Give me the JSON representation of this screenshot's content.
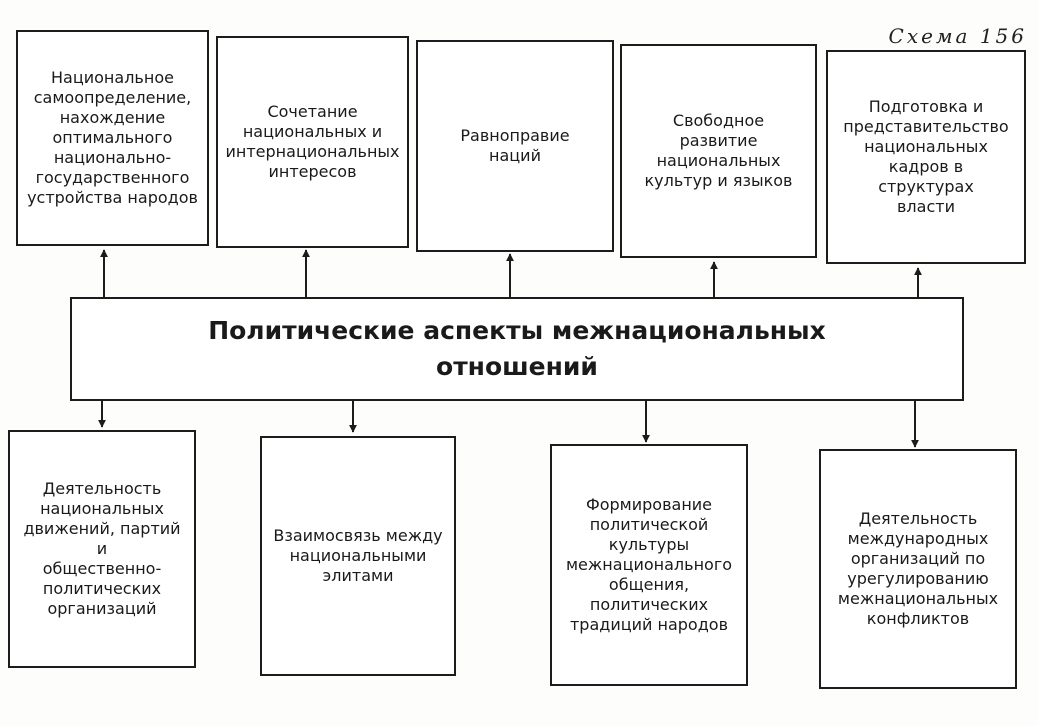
{
  "caption": "Схема 156",
  "center": "Политические аспекты межнациональных\nотношений",
  "top_boxes": [
    "Национальное\nсамоопределение,\nнахождение\nоптимального\nнационально-\nгосударственного\nустройства народов",
    "Сочетание\nнациональных и\nинтернациональных\nинтересов",
    "Равноправие\nнаций",
    "Свободное\nразвитие\nнациональных\nкультур и языков",
    "Подготовка и\nпредставительство\nнациональных\nкадров в\nструктурах\nвласти"
  ],
  "bottom_boxes": [
    "Деятельность\nнациональных\nдвижений, партий и\nобщественно-\nполитических\nорганизаций",
    "Взаимосвязь между\nнациональными\nэлитами",
    "Формирование\nполитической\nкультуры\nмежнационального\nобщения,\nполитических\nтрадиций народов",
    "Деятельность\nмеждународных\nорганизаций по\nурегулированию\nмежнациональных\nконфликтов"
  ]
}
